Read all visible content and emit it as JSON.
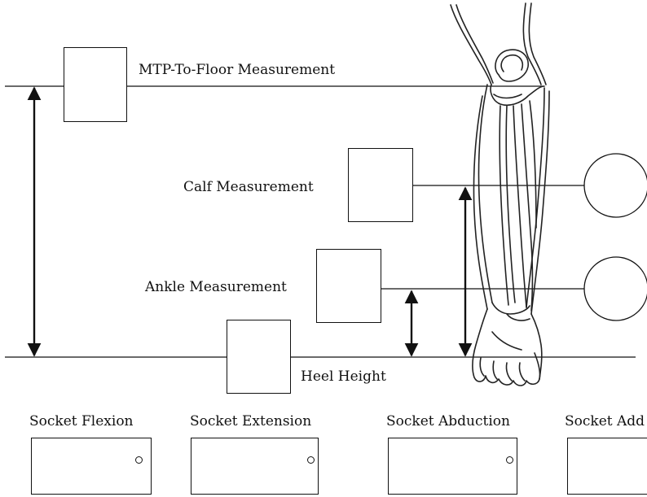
{
  "measurements": {
    "mtp_to_floor": "MTP-To-Floor Measurement",
    "calf": "Calf Measurement",
    "ankle": "Ankle Measurement",
    "heel_height": "Heel Height"
  },
  "sockets": [
    {
      "label": "Socket Flexion"
    },
    {
      "label": "Socket Extension"
    },
    {
      "label": "Socket Abduction"
    },
    {
      "label": "Socket Add"
    }
  ]
}
